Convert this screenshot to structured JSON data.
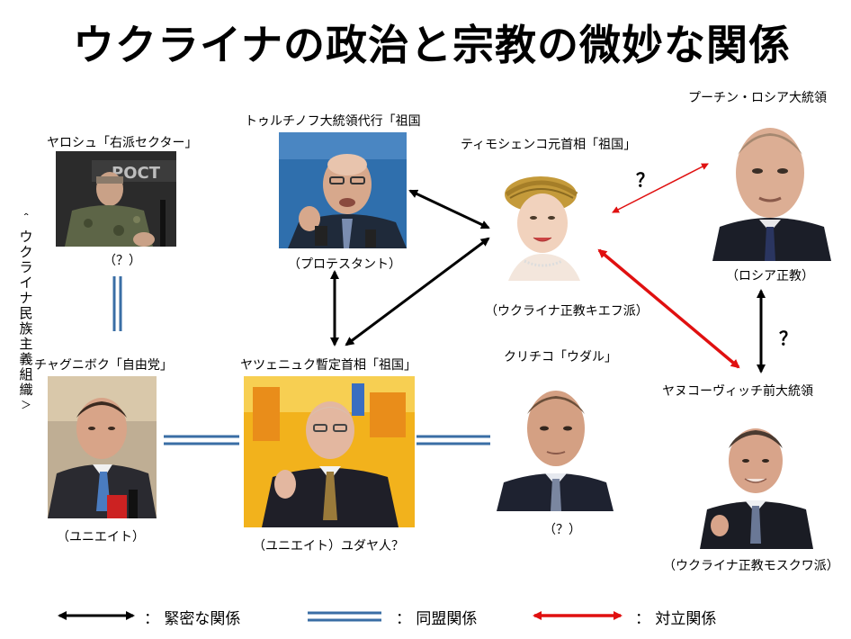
{
  "title": "ウクライナの政治と宗教の微妙な関係",
  "people": {
    "yarosh": {
      "caption": "ヤロシュ「右派セクター」",
      "note": "（？）"
    },
    "turchynov": {
      "caption": "トゥルチノフ大統領代行「祖国",
      "note": "（プロテスタント）"
    },
    "tymoshenko": {
      "caption": "ティモシェンコ元首相「祖国」",
      "note": "（ウクライナ正教キエフ派）"
    },
    "putin": {
      "caption": "プーチン・ロシア大統領",
      "note": "（ロシア正教）"
    },
    "tyahnybok": {
      "caption": "チャグニボク「自由党」",
      "note": "（ユニエイト）"
    },
    "yatsenyuk": {
      "caption": "ヤツェニュク暫定首相「祖国」",
      "note": "（ユニエイト）ユダヤ人？"
    },
    "klitschko": {
      "caption": "クリチコ「ウダル」",
      "note": "（？）"
    },
    "yanukovych": {
      "caption": "ヤヌコーヴィッチ前大統領",
      "note": "（ウクライナ正教モスクワ派）"
    }
  },
  "side_label": [
    "＾",
    "ウ",
    "ク",
    "ラ",
    "イ",
    "ナ",
    "民",
    "族",
    "主",
    "義",
    "組",
    "織",
    "＞"
  ],
  "question_marks": {
    "tymoshenko_putin": "？",
    "putin_yanukovych": "？"
  },
  "photo_text": {
    "yarosh_banner": "POCT"
  },
  "legend": {
    "close": "：  緊密な関係",
    "alliance": "：  同盟関係",
    "conflict": "：  対立関係"
  },
  "colors": {
    "close": "#000000",
    "alliance": "#3a6ea5",
    "conflict": "#e01010"
  }
}
